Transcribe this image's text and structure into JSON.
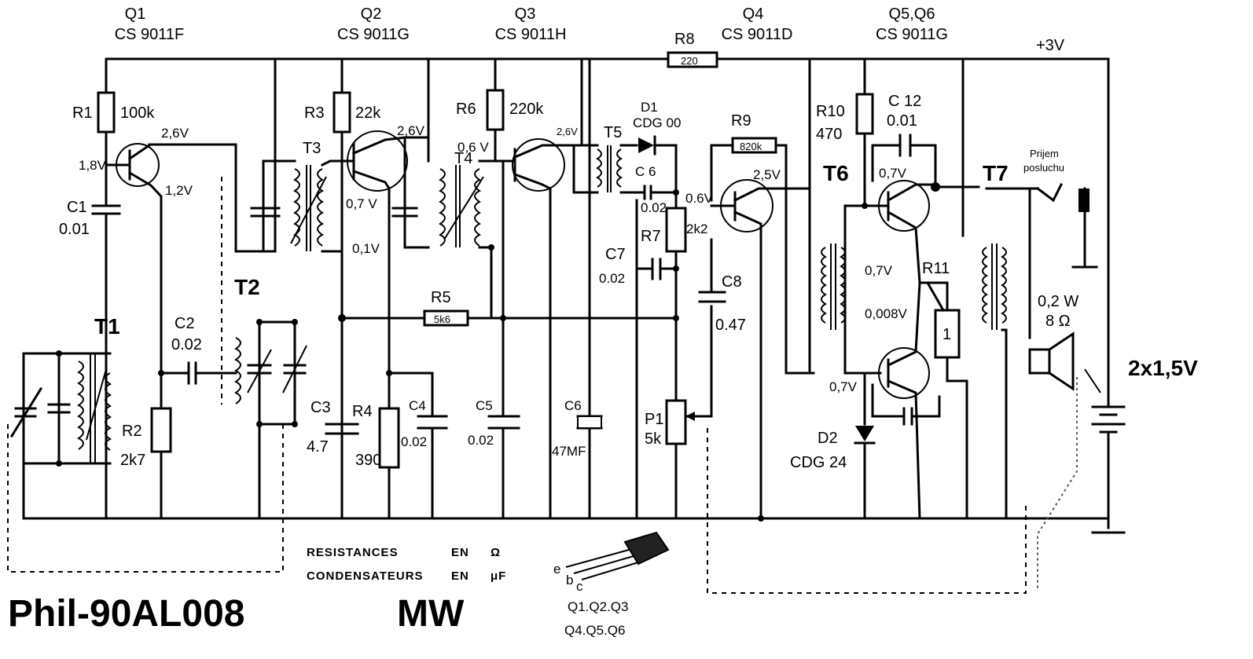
{
  "diagram": {
    "title": "Phil-90AL008",
    "band": "MW",
    "supply_voltage": "+3V",
    "battery": "2x1,5V",
    "transistors": [
      {
        "ref": "Q1",
        "type": "CS 9011F"
      },
      {
        "ref": "Q2",
        "type": "CS 9011G"
      },
      {
        "ref": "Q3",
        "type": "CS 9011H"
      },
      {
        "ref": "Q4",
        "type": "CS 9011D"
      },
      {
        "ref": "Q5,Q6",
        "type": "CS 9011G"
      }
    ],
    "resistors": [
      {
        "ref": "R1",
        "value": "100k"
      },
      {
        "ref": "R2",
        "value": "2k7"
      },
      {
        "ref": "R3",
        "value": "22k"
      },
      {
        "ref": "R4",
        "value": "390"
      },
      {
        "ref": "R5",
        "value": "5k6"
      },
      {
        "ref": "R6",
        "value": "220k"
      },
      {
        "ref": "R7",
        "value": "2k2"
      },
      {
        "ref": "R8",
        "value": "220"
      },
      {
        "ref": "R9",
        "value": "820k"
      },
      {
        "ref": "R10",
        "value": "470"
      },
      {
        "ref": "R11",
        "value": "1"
      }
    ],
    "capacitors": [
      {
        "ref": "C1",
        "value": "0.01"
      },
      {
        "ref": "C2",
        "value": "0.02"
      },
      {
        "ref": "C3",
        "value": "4.7"
      },
      {
        "ref": "C4",
        "value": "0.02"
      },
      {
        "ref": "C5",
        "value": "0.02"
      },
      {
        "ref": "C6",
        "value": "47MF"
      },
      {
        "ref": "C 6",
        "value": "0.02"
      },
      {
        "ref": "C7",
        "value": "0.02"
      },
      {
        "ref": "C8",
        "value": "0.47"
      },
      {
        "ref": "C 12",
        "value": "0.01"
      }
    ],
    "diodes": [
      {
        "ref": "D1",
        "type": "CDG 00"
      },
      {
        "ref": "D2",
        "type": "CDG 24"
      }
    ],
    "potentiometer": {
      "ref": "P1",
      "value": "5k"
    },
    "transformers": [
      "T1",
      "T2",
      "T3",
      "T4",
      "T5",
      "T6",
      "T7"
    ],
    "voltages": [
      "2,6V",
      "1,8V",
      "1,2V",
      "2,6V",
      "0,7 V",
      "0,1V",
      "0,6 V",
      "2,6V",
      "0.6V",
      "2,5V",
      "0,7V",
      "0,7V",
      "0,008V",
      "0,7V"
    ],
    "speaker": {
      "power": "0,2 W",
      "impedance": "8 Ω"
    },
    "earphone_label": [
      "Prijem",
      "posluchu"
    ],
    "legend": {
      "line1_a": "RESISTANCES",
      "line1_b": "EN",
      "line1_c": "Ω",
      "line2_a": "CONDENSATEURS",
      "line2_b": "EN",
      "line2_c": "μF"
    },
    "pinout": {
      "pins": [
        "e",
        "b",
        "c"
      ],
      "line1": "Q1.Q2.Q3",
      "line2": "Q4.Q5.Q6"
    }
  }
}
